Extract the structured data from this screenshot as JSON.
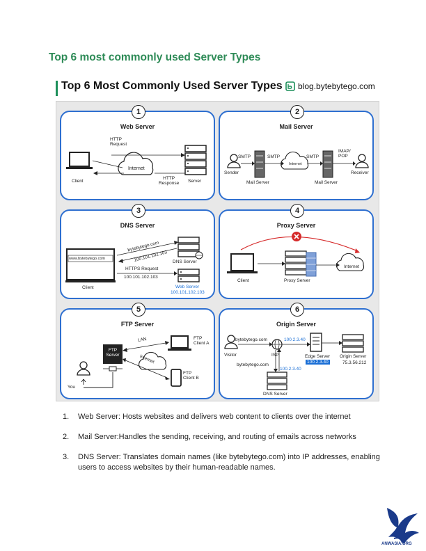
{
  "doc_title": "Top 6 most commonly used Server Types",
  "poster": {
    "title": "Top 6 Most Commonly Used Server Types",
    "brand": "blog.bytebytego.com",
    "panels": {
      "p1": {
        "num": "1",
        "title": "Web Server",
        "http_request": "HTTP\nRequest",
        "internet": "Internet",
        "http_response": "HTTP\nResponse",
        "client": "Client",
        "server": "Server"
      },
      "p2": {
        "num": "2",
        "title": "Mail Server",
        "smtp1": "SMTP",
        "smtp2": "SMTP",
        "smtp3": "SMTP",
        "imap": "IMAP/\nPOP",
        "internet": "Internet",
        "sender": "Sender",
        "receiver": "Receiver",
        "mail1": "Mail Server",
        "mail2": "Mail Server"
      },
      "p3": {
        "num": "3",
        "title": "DNS Server",
        "url": "www.bytebytego.com",
        "query": "bytebytego.com",
        "ip_back": "100.101.102.103",
        "dns": "DNS Server",
        "https": "HTTPS Request",
        "https_ip": "100.101.102.103",
        "client": "Client",
        "web": "Web Server",
        "web_ip": "100.101.102.103"
      },
      "p4": {
        "num": "4",
        "title": "Proxy Server",
        "internet": "Internet",
        "client": "Client",
        "proxy": "Proxy Server"
      },
      "p5": {
        "num": "5",
        "title": "FTP Server",
        "ftp": "FTP\nServer",
        "lan": "LAN",
        "internet": "Internet",
        "client_a": "FTP\nClient A",
        "client_b": "FTP\nClient B",
        "you": "You"
      },
      "p6": {
        "num": "6",
        "title": "Origin Server",
        "visitor": "Visitor",
        "q1": "bytebytego.com",
        "q2": "bytebytego.com",
        "ip1": "100.2.3.40",
        "ip2": "100.2.3.40",
        "isp": "ISP",
        "edge": "Edge Server",
        "edge_ip": "100.2.3.40",
        "origin": "Origin Server",
        "origin_ip": "75.3.56.212",
        "dns": "DNS Server"
      }
    }
  },
  "list": [
    {
      "n": "1.",
      "text": "Web Server: Hosts websites and delivers web content to clients over the internet"
    },
    {
      "n": "2.",
      "text": "Mail Server:Handles the sending, receiving, and routing of emails across networks"
    },
    {
      "n": "3.",
      "text": "DNS Server: Translates domain names (like bytebytego.com) into IP addresses, enabling users to access websites by their human-readable names."
    }
  ],
  "logo_text": "ANWASIA.ORG"
}
